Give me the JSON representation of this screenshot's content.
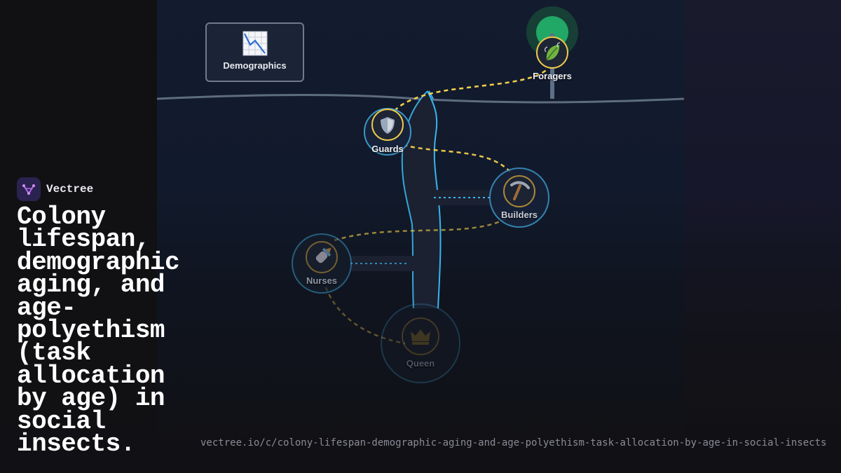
{
  "brand": {
    "name": "Vectree"
  },
  "headline": "Colony lifespan, demographic aging, and age-polyethism (task allocation by age) in social insects.",
  "url": "vectree.io/c/colony-lifespan-demographic-aging-and-age-polyethism-task-allocation-by-age-in-social-insects",
  "card": {
    "label": "Demographics",
    "icon": "chart-decreasing-icon"
  },
  "nodes": [
    {
      "id": "foragers",
      "label": "Foragers",
      "icon": "leaf-icon"
    },
    {
      "id": "guards",
      "label": "Guards",
      "icon": "shield-icon"
    },
    {
      "id": "builders",
      "label": "Builders",
      "icon": "pickaxe-icon"
    },
    {
      "id": "nurses",
      "label": "Nurses",
      "icon": "baby-bottle-icon"
    },
    {
      "id": "queen",
      "label": "Queen",
      "icon": "crown-icon"
    }
  ],
  "colors": {
    "accent_path": "#f5d04a",
    "tunnel": "#38b6ee",
    "ring": "#3a98c8",
    "tree_glow": "#1f9a5e"
  }
}
